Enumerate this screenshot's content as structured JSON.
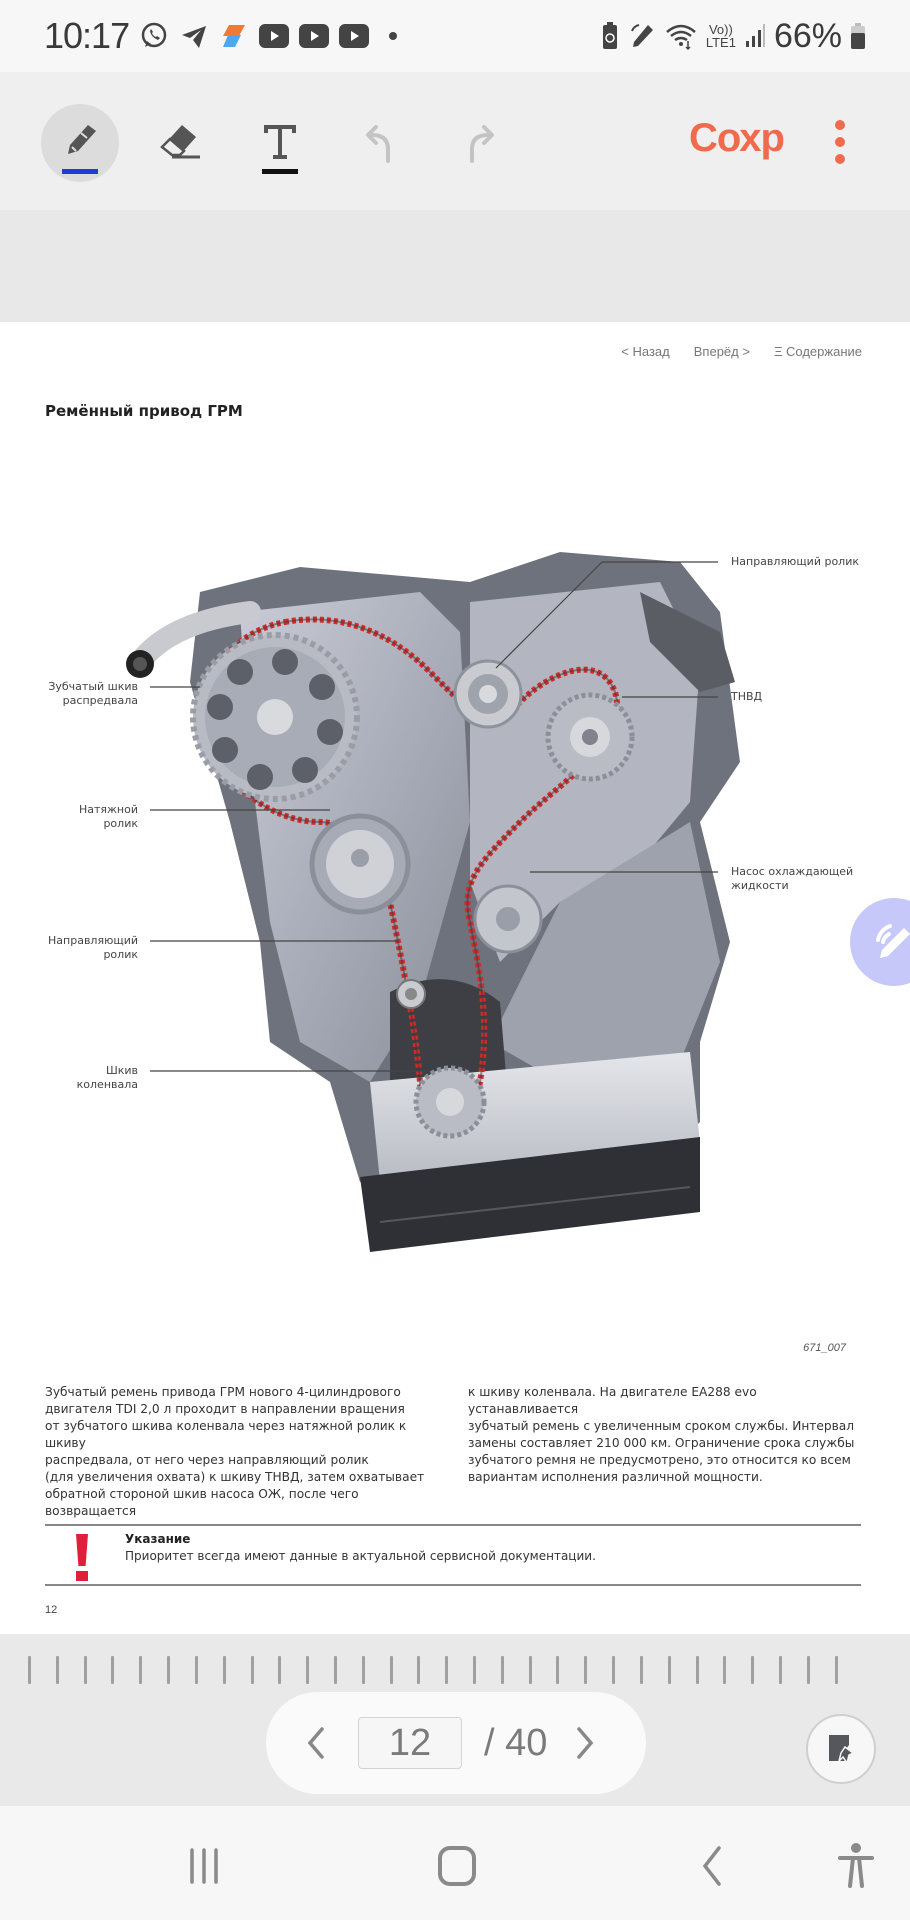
{
  "status_bar": {
    "time": "10:17",
    "notification_icons": [
      "whatsapp-icon",
      "telegram-icon",
      "app-icon",
      "youtube-icon",
      "youtube-icon",
      "youtube-icon",
      "more-dot-icon"
    ],
    "system_icons": [
      "battery-saver-icon",
      "s-pen-icon",
      "wifi-icon",
      "volte-lte-icon",
      "signal-icon"
    ],
    "volte_label": "Vo))",
    "lte_label": "LTE1",
    "battery_percent": "66%"
  },
  "toolbar": {
    "tools": [
      {
        "name": "pen",
        "icon": "pen-icon",
        "active": true,
        "underline_color": "#1a3fd6"
      },
      {
        "name": "eraser",
        "icon": "eraser-icon",
        "active": false
      },
      {
        "name": "text",
        "icon": "text-icon",
        "active": false,
        "underline_color": "#111111"
      },
      {
        "name": "undo",
        "icon": "undo-icon",
        "enabled": false
      },
      {
        "name": "redo",
        "icon": "redo-icon",
        "enabled": false
      }
    ],
    "save_label": "Сохр",
    "more_icon": "more-vertical-icon",
    "accent_color": "#f06a4d"
  },
  "page": {
    "nav": {
      "back": "< Назад",
      "forward": "Вперёд >",
      "contents": "Ξ Содержание"
    },
    "title": "Ремённый привод ГРМ",
    "figure": {
      "callouts_left": [
        {
          "line1": "Зубчатый шкив",
          "line2": "распредвала"
        },
        {
          "line1": "Натяжной",
          "line2": "ролик"
        },
        {
          "line1": "Направляющий",
          "line2": "ролик"
        },
        {
          "line1": "Шкив",
          "line2": "коленвала"
        }
      ],
      "callouts_right": [
        {
          "line1": "Направляющий ролик",
          "line2": ""
        },
        {
          "line1": "ТНВД",
          "line2": ""
        },
        {
          "line1": "Насос охлаждающей",
          "line2": "жидкости"
        }
      ],
      "figure_id": "671_007",
      "belt_color": "#d42a2a"
    },
    "body_left": "Зубчатый ремень привода ГРМ нового 4-цилиндрового\nдвигателя TDI 2,0 л проходит в направлении вращения\nот зубчатого шкива коленвала через натяжной ролик к шкиву\nраспредвала, от него через направляющий ролик\n(для увеличения охвата) к шкиву ТНВД, затем охватывает\nобратной стороной шкив насоса ОЖ, после чего возвращается",
    "body_right": "к шкиву коленвала. На двигателе EA288 evo устанавливается\nзубчатый ремень с увеличенным сроком службы. Интервал\nзамены составляет 210 000 км. Ограничение срока службы\nзубчатого ремня не предусмотрено, это относится ко всем\nвариантам исполнения различной мощности.",
    "note": {
      "icon": "warning-exclamation-icon",
      "title": "Указание",
      "text": "Приоритет всегда имеют данные в актуальной сервисной документации."
    },
    "page_number": "12"
  },
  "floating_button": {
    "icon": "s-pen-air-command-icon",
    "color": "#c5c8f8"
  },
  "pager": {
    "current_page": "12",
    "total_pages": "/ 40",
    "prev_icon": "chevron-left-icon",
    "next_icon": "chevron-right-icon",
    "scroller_ticks": 30
  },
  "bookmark_button": {
    "icon": "page-pin-icon"
  },
  "nav_bar": {
    "recents_icon": "recents-icon",
    "home_icon": "home-icon",
    "back_icon": "back-icon",
    "accessibility_icon": "accessibility-icon"
  }
}
